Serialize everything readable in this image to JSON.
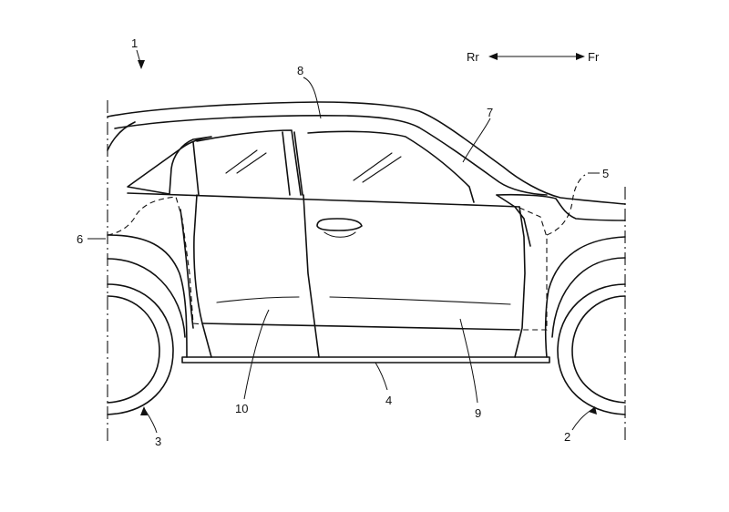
{
  "direction_indicator": {
    "rear": "Rr",
    "front": "Fr"
  },
  "reference_numerals": {
    "vehicle": "1",
    "front_wheel": "2",
    "rear_wheel": "3",
    "side_sill": "4",
    "front_member": "5",
    "rear_member": "6",
    "front_pillar": "7",
    "roof_side": "8",
    "front_door": "9",
    "rear_door": "10"
  }
}
